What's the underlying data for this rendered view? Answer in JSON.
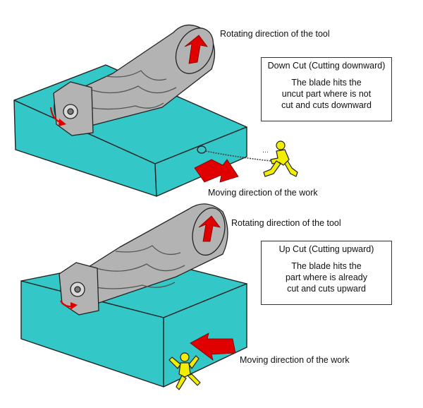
{
  "down_cut": {
    "rotation_label": "Rotating direction of the tool",
    "box_title": "Down Cut (Cutting downward)",
    "box_lines": [
      "The blade hits the",
      "uncut part where is not",
      "cut and cuts downward"
    ],
    "movement_label": "Moving direction of the work"
  },
  "up_cut": {
    "rotation_label": "Rotating direction of the tool",
    "box_title": "Up Cut  (Cutting upward)",
    "box_lines": [
      "The blade hits the",
      "part where is already",
      "cut and cuts upward"
    ],
    "movement_label": "Moving direction of the work"
  },
  "colors": {
    "workpiece": "#33c7c7",
    "tool": "#b3b3b3",
    "arrow": "#e00000",
    "figure": "#f2ee00"
  }
}
